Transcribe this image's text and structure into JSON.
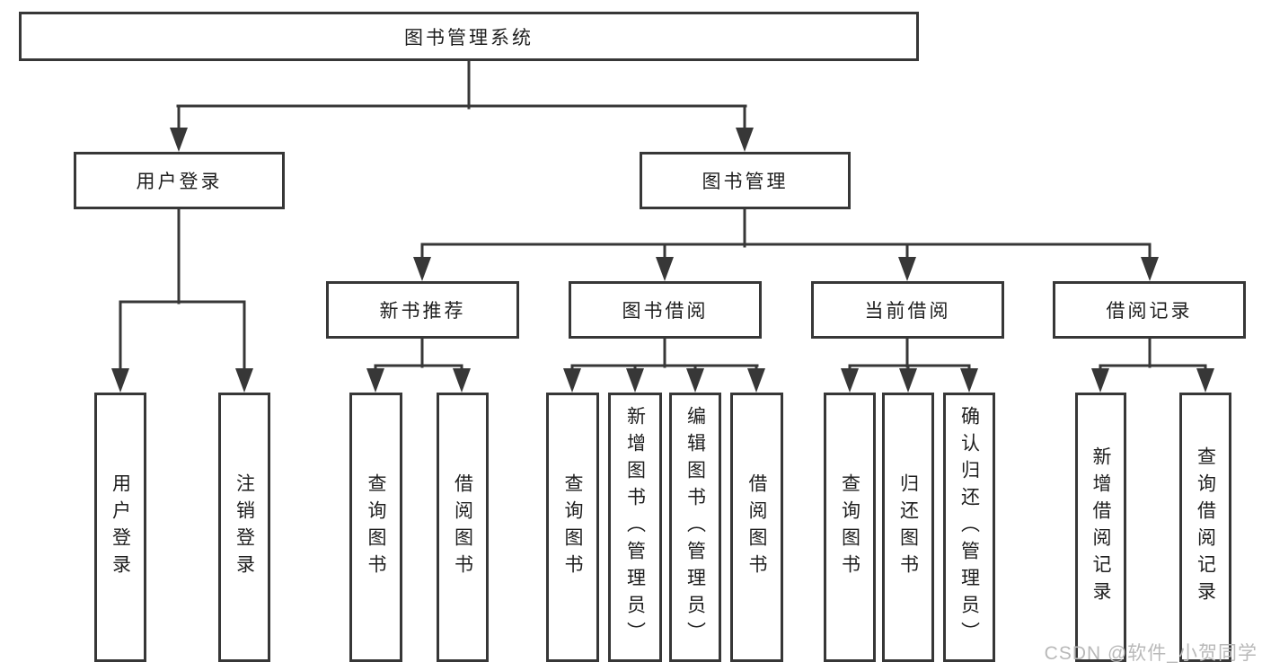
{
  "nodes": {
    "root": {
      "label": "图书管理系统",
      "children": [
        "user_login",
        "book_mgmt"
      ]
    },
    "user_login": {
      "label": "用户登录",
      "children": [
        "leaf_user_login",
        "leaf_logout"
      ]
    },
    "book_mgmt": {
      "label": "图书管理",
      "children": [
        "new_book_rec",
        "book_borrow",
        "current_borrow",
        "borrow_records"
      ]
    },
    "new_book_rec": {
      "label": "新书推荐",
      "children": [
        "leaf_query_book_1",
        "leaf_borrow_book_1"
      ]
    },
    "book_borrow": {
      "label": "图书借阅",
      "children": [
        "leaf_query_book_2",
        "leaf_add_book",
        "leaf_edit_book",
        "leaf_borrow_book_2"
      ]
    },
    "current_borrow": {
      "label": "当前借阅",
      "children": [
        "leaf_query_book_3",
        "leaf_return_book",
        "leaf_confirm_return"
      ]
    },
    "borrow_records": {
      "label": "借阅记录",
      "children": [
        "leaf_add_record",
        "leaf_query_record"
      ]
    },
    "leaf_user_login": {
      "label": "用户登录"
    },
    "leaf_logout": {
      "label": "注销登录"
    },
    "leaf_query_book_1": {
      "label": "查询图书"
    },
    "leaf_borrow_book_1": {
      "label": "借阅图书"
    },
    "leaf_query_book_2": {
      "label": "查询图书"
    },
    "leaf_add_book": {
      "label": "新增图书（管理员）"
    },
    "leaf_edit_book": {
      "label": "编辑图书（管理员）"
    },
    "leaf_borrow_book_2": {
      "label": "借阅图书"
    },
    "leaf_query_book_3": {
      "label": "查询图书"
    },
    "leaf_return_book": {
      "label": "归还图书"
    },
    "leaf_confirm_return": {
      "label": "确认归还（管理员）"
    },
    "leaf_add_record": {
      "label": "新增借阅记录"
    },
    "leaf_query_record": {
      "label": "查询借阅记录"
    }
  },
  "watermark": {
    "text": "CSDN @软件_小贺同学"
  },
  "colors": {
    "line": "#373737",
    "box_border": "#373737",
    "box_background": "#ffffff",
    "text": "#1e1e1e",
    "watermark": "#b9b9b9",
    "background": "#ffffff"
  }
}
